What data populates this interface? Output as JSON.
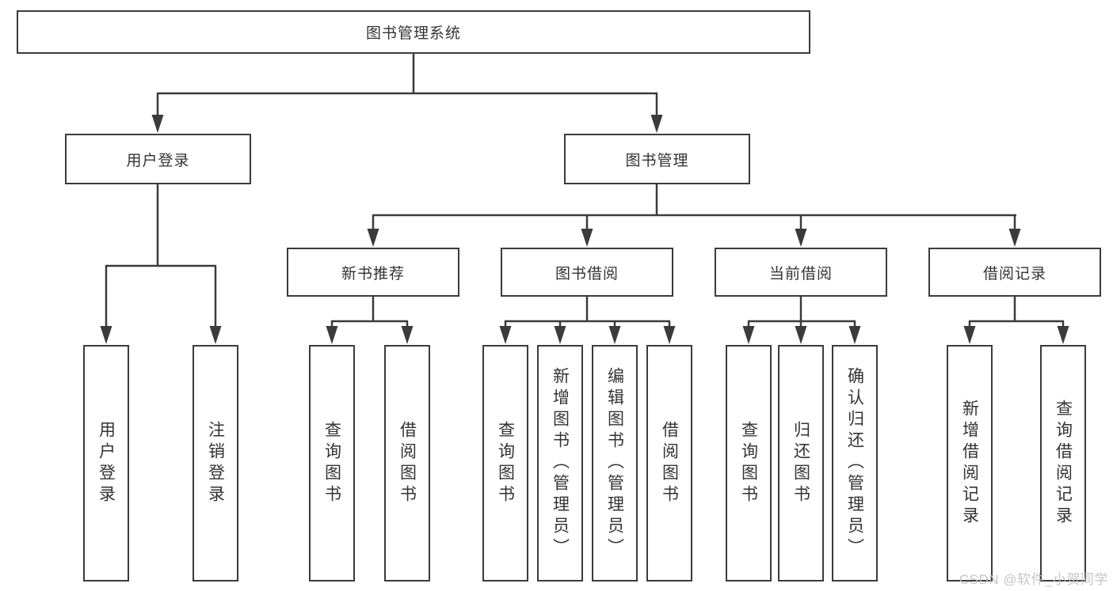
{
  "nodes": {
    "root": "图书管理系统",
    "branches": [
      {
        "label": "用户登录"
      },
      {
        "label": "图书管理"
      }
    ],
    "sections": [
      {
        "label": "新书推荐"
      },
      {
        "label": "图书借阅"
      },
      {
        "label": "当前借阅"
      },
      {
        "label": "借阅记录"
      }
    ],
    "leaves": [
      {
        "label": "用户登录"
      },
      {
        "label": "注销登录"
      },
      {
        "label": "查询图书"
      },
      {
        "label": "借阅图书"
      },
      {
        "label": "查询图书"
      },
      {
        "label": "新增图书（管理员）"
      },
      {
        "label": "编辑图书（管理员）"
      },
      {
        "label": "借阅图书"
      },
      {
        "label": "查询图书"
      },
      {
        "label": "归还图书"
      },
      {
        "label": "确认归还（管理员）"
      },
      {
        "label": "新增借阅记录"
      },
      {
        "label": "查询借阅记录"
      }
    ]
  },
  "watermark": {
    "text": "CSDN @软件_小贺同学"
  },
  "colors": {
    "line": "#3b3b3b",
    "text": "#333333",
    "watermark": "#c3c3c3"
  }
}
